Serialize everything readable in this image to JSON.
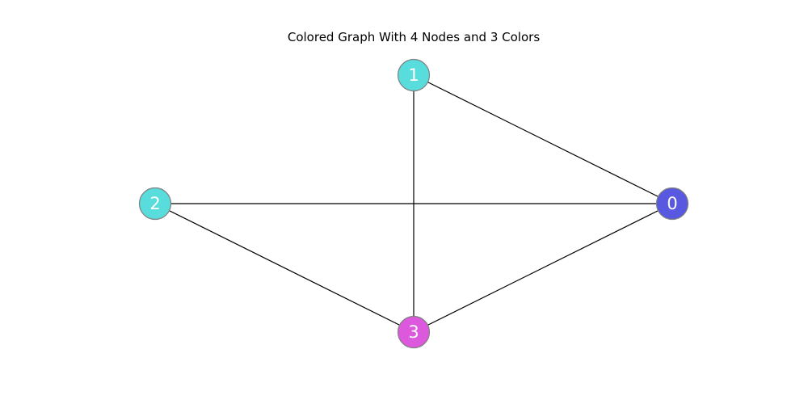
{
  "title": "Colored Graph With 4 Nodes and 3 Colors",
  "nodes": [
    {
      "id": "0",
      "label": "0",
      "color": "#5858e0"
    },
    {
      "id": "1",
      "label": "1",
      "color": "#58dcdc"
    },
    {
      "id": "2",
      "label": "2",
      "color": "#58dcdc"
    },
    {
      "id": "3",
      "label": "3",
      "color": "#dc58dc"
    }
  ],
  "edges": [
    [
      "0",
      "1"
    ],
    [
      "0",
      "2"
    ],
    [
      "0",
      "3"
    ],
    [
      "1",
      "3"
    ],
    [
      "2",
      "3"
    ]
  ],
  "node_border_color": "#808080",
  "edge_color": "#000000"
}
